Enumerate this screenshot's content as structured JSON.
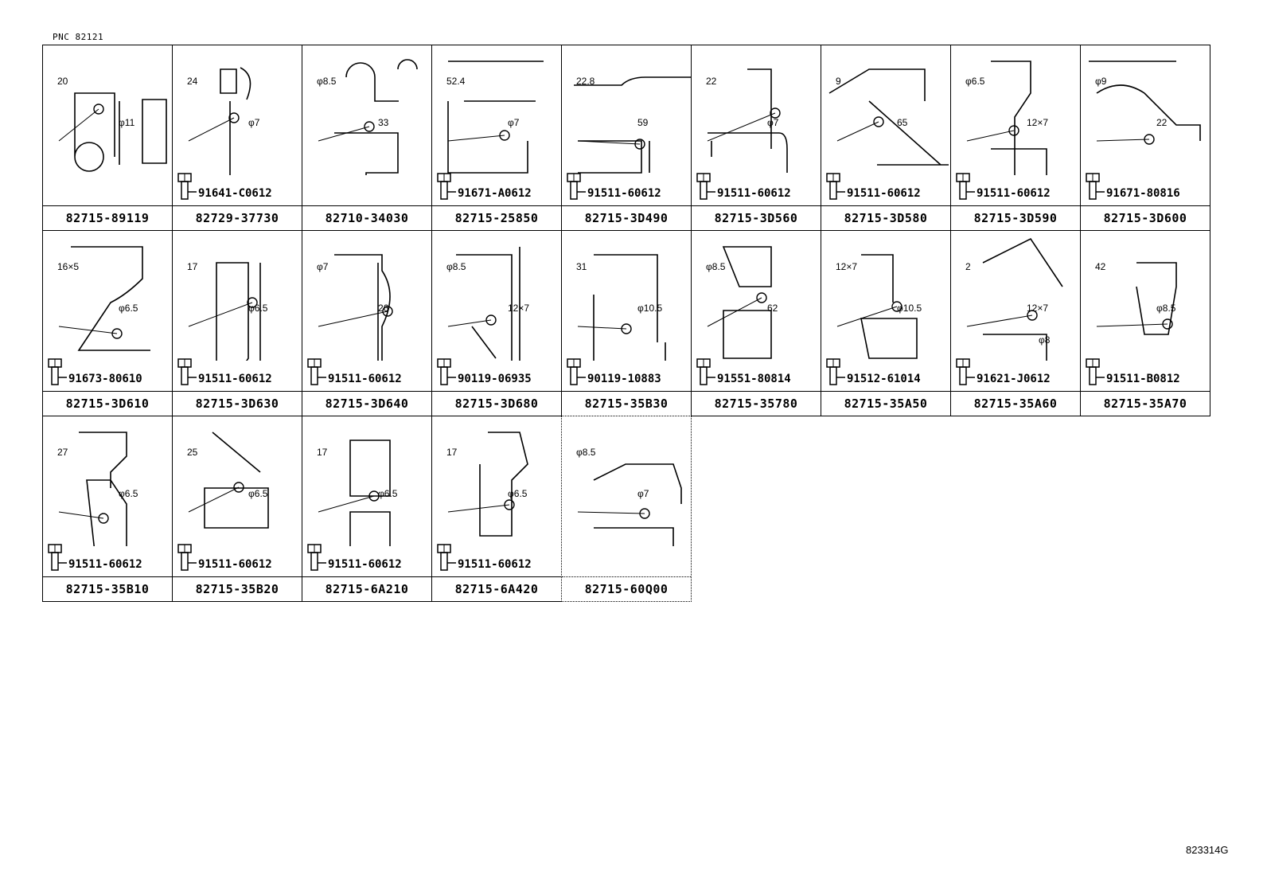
{
  "header": {
    "pnc_label": "PNC  82121"
  },
  "footer": {
    "doc_id": "823314G"
  },
  "cells": [
    {
      "part": "82715-89119",
      "bolt": "",
      "dims": [
        "20",
        "φ11"
      ]
    },
    {
      "part": "82729-37730",
      "bolt": "91641-C0612",
      "dims": [
        "24",
        "φ7"
      ]
    },
    {
      "part": "82710-34030",
      "bolt": "",
      "dims": [
        "φ8.5",
        "33"
      ]
    },
    {
      "part": "82715-25850",
      "bolt": "91671-A0612",
      "dims": [
        "52.4",
        "φ7"
      ]
    },
    {
      "part": "82715-3D490",
      "bolt": "91511-60612",
      "dims": [
        "22.8",
        "59"
      ]
    },
    {
      "part": "82715-3D560",
      "bolt": "91511-60612",
      "dims": [
        "22",
        "φ7"
      ]
    },
    {
      "part": "82715-3D580",
      "bolt": "91511-60612",
      "dims": [
        "9",
        "65"
      ]
    },
    {
      "part": "82715-3D590",
      "bolt": "91511-60612",
      "dims": [
        "φ6.5",
        "12×7"
      ]
    },
    {
      "part": "82715-3D600",
      "bolt": "91671-80816",
      "dims": [
        "φ9",
        "22"
      ]
    },
    {
      "part": "82715-3D610",
      "bolt": "91673-80610",
      "dims": [
        "16×5",
        "φ6.5"
      ]
    },
    {
      "part": "82715-3D630",
      "bolt": "91511-60612",
      "dims": [
        "17",
        "φ6.5"
      ]
    },
    {
      "part": "82715-3D640",
      "bolt": "91511-60612",
      "dims": [
        "φ7",
        "26"
      ]
    },
    {
      "part": "82715-3D680",
      "bolt": "90119-06935",
      "dims": [
        "φ8.5",
        "12×7"
      ]
    },
    {
      "part": "82715-35B30",
      "bolt": "90119-10883",
      "dims": [
        "31",
        "φ10.5"
      ]
    },
    {
      "part": "82715-35780",
      "bolt": "91551-80814",
      "dims": [
        "φ8.5",
        "62"
      ]
    },
    {
      "part": "82715-35A50",
      "bolt": "91512-61014",
      "dims": [
        "12×7",
        "φ10.5"
      ]
    },
    {
      "part": "82715-35A60",
      "bolt": "91621-J0612",
      "dims": [
        "2",
        "12×7",
        "φ8"
      ]
    },
    {
      "part": "82715-35A70",
      "bolt": "91511-B0812",
      "dims": [
        "42",
        "φ8.5"
      ]
    },
    {
      "part": "82715-35B10",
      "bolt": "91511-60612",
      "dims": [
        "27",
        "φ6.5"
      ]
    },
    {
      "part": "82715-35B20",
      "bolt": "91511-60612",
      "dims": [
        "25",
        "φ6.5"
      ]
    },
    {
      "part": "82715-6A210",
      "bolt": "91511-60612",
      "dims": [
        "17",
        "φ6.5"
      ]
    },
    {
      "part": "82715-6A420",
      "bolt": "91511-60612",
      "dims": [
        "17",
        "φ6.5"
      ]
    },
    {
      "part": "82715-60Q00",
      "bolt": "",
      "dims": [
        "φ8.5",
        "φ7"
      ]
    }
  ]
}
